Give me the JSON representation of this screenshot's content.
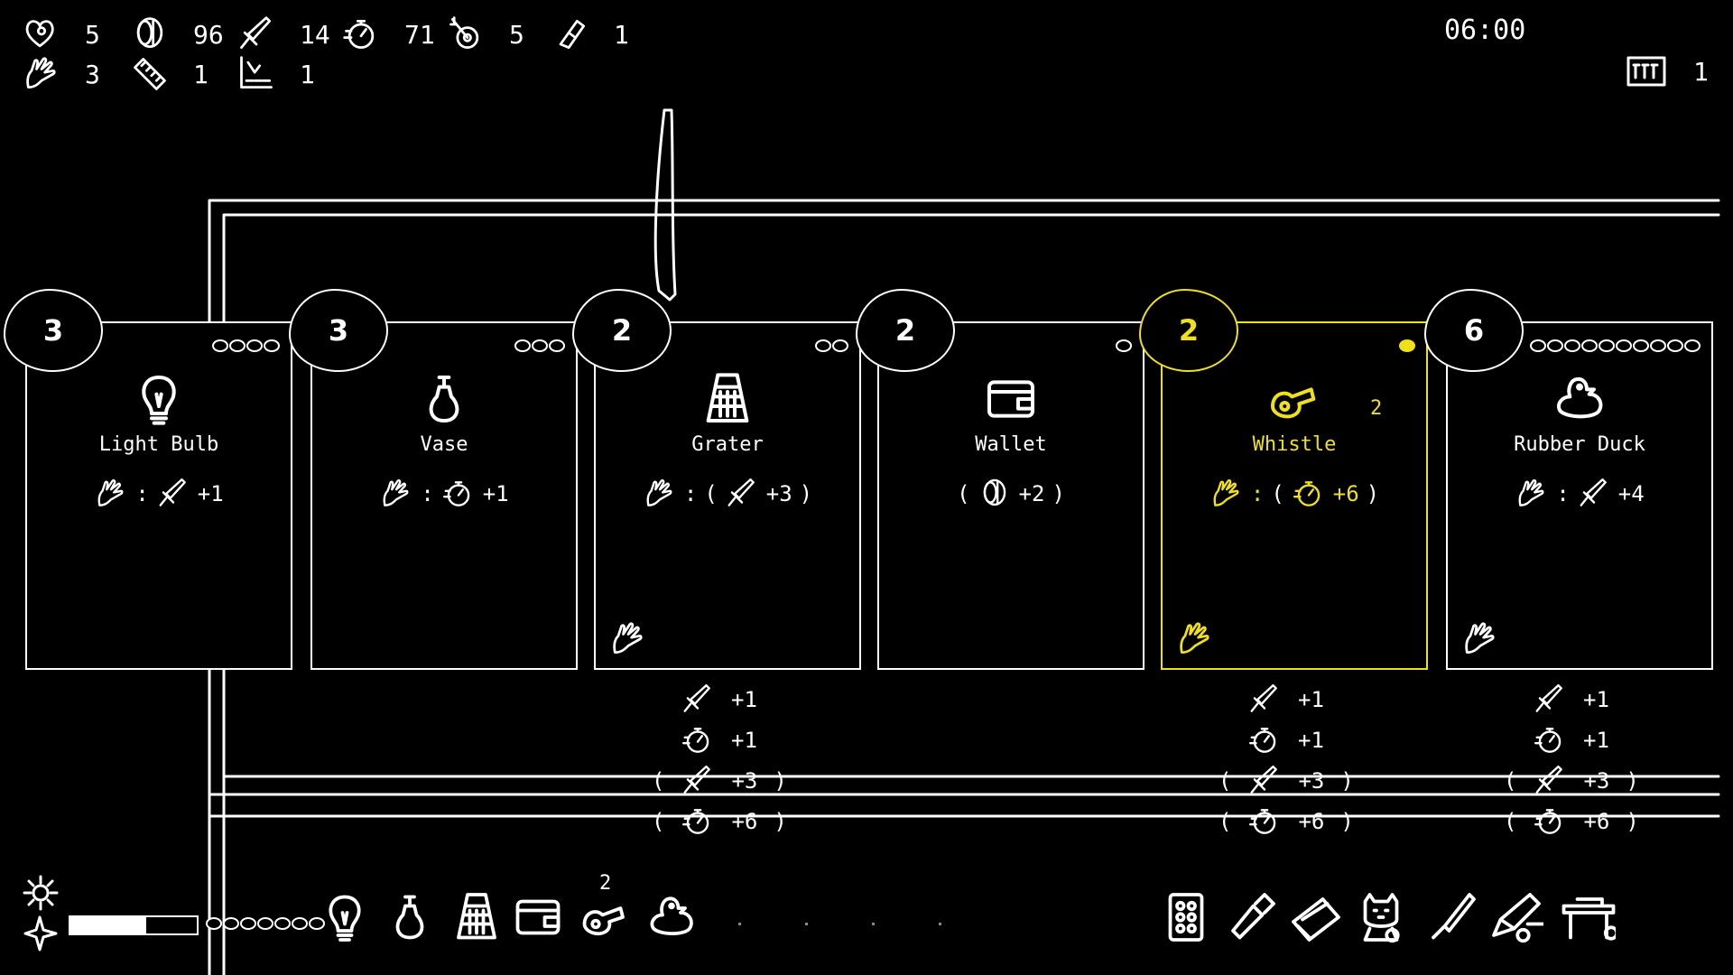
{
  "hud": {
    "row1": [
      {
        "icon": "heart-icon",
        "value": "5"
      },
      {
        "icon": "coin-icon",
        "value": "96"
      },
      {
        "icon": "sword-icon",
        "value": "14"
      },
      {
        "icon": "stopwatch-icon",
        "value": "71"
      },
      {
        "icon": "target-icon",
        "value": "5"
      },
      {
        "icon": "pill-icon",
        "value": "1"
      }
    ],
    "row2": [
      {
        "icon": "hand-icon",
        "value": "3"
      },
      {
        "icon": "ruler-icon",
        "value": "1"
      },
      {
        "icon": "chart-icon",
        "value": "1"
      }
    ],
    "clock": "06:00",
    "counter": {
      "icon": "slot-icon",
      "value": "1"
    }
  },
  "cards": [
    {
      "cost": "3",
      "pips": 4,
      "icon": "lightbulb-icon",
      "name": "Light Bulb",
      "selected": false,
      "hand_mark": false,
      "effect": {
        "trigger": "hand-icon",
        "sep": ":",
        "stat": "sword-icon",
        "paren": false,
        "value": "+1"
      }
    },
    {
      "cost": "3",
      "pips": 3,
      "icon": "vase-icon",
      "name": "Vase",
      "selected": false,
      "hand_mark": false,
      "effect": {
        "trigger": "hand-icon",
        "sep": ":",
        "stat": "stopwatch-icon",
        "paren": false,
        "value": "+1"
      }
    },
    {
      "cost": "2",
      "pips": 2,
      "icon": "grater-icon",
      "name": "Grater",
      "selected": false,
      "hand_mark": true,
      "effect": {
        "trigger": "hand-icon",
        "sep": ":",
        "stat": "sword-icon",
        "paren": true,
        "value": "+3"
      }
    },
    {
      "cost": "2",
      "pips": 1,
      "icon": "wallet-icon",
      "name": "Wallet",
      "selected": false,
      "hand_mark": false,
      "effect": {
        "trigger": "",
        "sep": "",
        "stat": "coin-icon",
        "paren": true,
        "value": "+2"
      }
    },
    {
      "cost": "2",
      "pips": 1,
      "icon": "whistle-icon",
      "name": "Whistle",
      "stack": "2",
      "selected": true,
      "hand_mark": true,
      "effect": {
        "trigger": "hand-icon",
        "sep": ":",
        "stat": "stopwatch-icon",
        "paren": true,
        "value": "+6"
      }
    },
    {
      "cost": "6",
      "pips": 10,
      "icon": "rubber-duck-icon",
      "name": "Rubber Duck",
      "selected": false,
      "hand_mark": true,
      "effect": {
        "trigger": "hand-icon",
        "sep": ":",
        "stat": "sword-icon",
        "paren": false,
        "value": "+4"
      }
    }
  ],
  "below": [
    {
      "card": 2,
      "lines": [
        {
          "icon": "sword-icon",
          "value": "+1",
          "paren": false
        },
        {
          "icon": "stopwatch-icon",
          "value": "+1",
          "paren": false
        },
        {
          "icon": "sword-icon",
          "value": "+3",
          "paren": true
        },
        {
          "icon": "stopwatch-icon",
          "value": "+6",
          "paren": true
        }
      ]
    },
    {
      "card": 4,
      "lines": [
        {
          "icon": "sword-icon",
          "value": "+1",
          "paren": false
        },
        {
          "icon": "stopwatch-icon",
          "value": "+1",
          "paren": false
        },
        {
          "icon": "sword-icon",
          "value": "+3",
          "paren": true
        },
        {
          "icon": "stopwatch-icon",
          "value": "+6",
          "paren": true
        }
      ]
    },
    {
      "card": 5,
      "lines": [
        {
          "icon": "sword-icon",
          "value": "+1",
          "paren": false
        },
        {
          "icon": "stopwatch-icon",
          "value": "+1",
          "paren": false
        },
        {
          "icon": "sword-icon",
          "value": "+3",
          "paren": true
        },
        {
          "icon": "stopwatch-icon",
          "value": "+6",
          "paren": true
        }
      ]
    }
  ],
  "bottom": {
    "energy_fraction": 0.6,
    "energy_pips": 7,
    "inventory_left": [
      "lightbulb-icon",
      "vase-icon",
      "grater-icon",
      "wallet-icon",
      "whistle-icon",
      "rubber-duck-icon"
    ],
    "inventory_left_badge": "2",
    "inventory_right": [
      "pill-pack-icon",
      "bottle-icon",
      "book-icon",
      "cat-icon",
      "knife-icon",
      "pencil-icon",
      "desk-icon"
    ]
  },
  "colors": {
    "fg": "#ffffff",
    "bg": "#000000",
    "selected": "#f0e01a"
  }
}
